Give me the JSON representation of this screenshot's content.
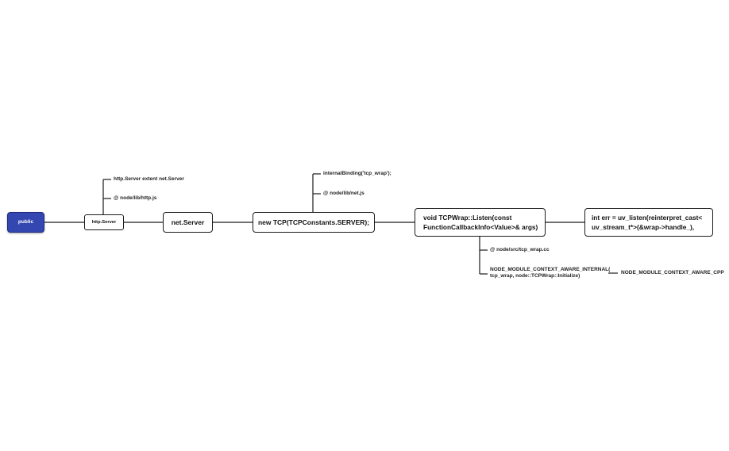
{
  "nodes": {
    "public": "public",
    "http_server": "http.Server",
    "net_server": "net.Server",
    "new_tcp": "new TCP(TCPConstants.SERVER);",
    "tcp_listen": "void TCPWrap::Listen(const\nFunctionCallbackInfo<Value>& args)",
    "uv_listen": "int err = uv_listen(reinterpret_cast<\nuv_stream_t*>(&wrap->handle_),"
  },
  "notes": {
    "http_extends": "http.Server extent net.Server",
    "http_path": "@ node/lib/http.js",
    "internal_binding": "internalBinding('tcp_wrap');",
    "net_path": "@ node/lib/net.js",
    "tcp_wrap_path": "@ node/src/tcp_wrap.cc",
    "module_internal": "NODE_MODULE_CONTEXT_AWARE_INTERNAL(\ntcp_wrap, node::TCPWrap::Initialize)",
    "module_cpp": "NODE_MODULE_CONTEXT_AWARE_CPP"
  },
  "colors": {
    "root_fill": "#3446b0",
    "line": "#1b1b1b"
  }
}
